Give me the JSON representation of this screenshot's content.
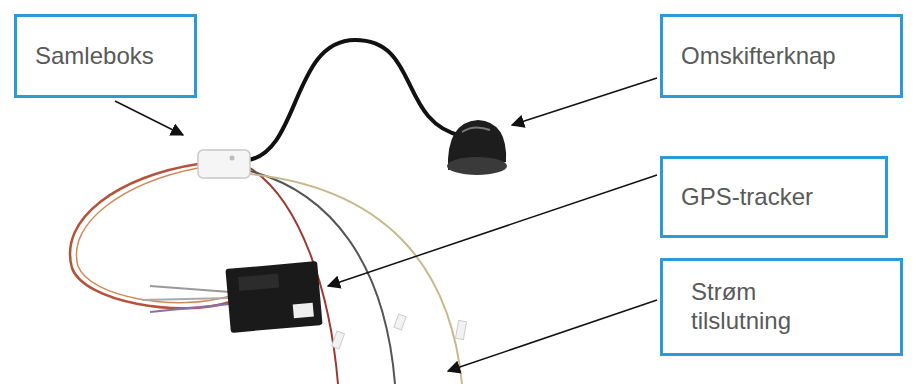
{
  "diagram": {
    "nodes": [
      {
        "text": [
          "Samleboks"
        ]
      },
      {
        "text": [
          "Omskifterknap"
        ]
      },
      {
        "text": [
          "GPS-tracker"
        ]
      },
      {
        "text": [
          "Strøm tilslutning"
        ]
      }
    ],
    "edges": []
  }
}
